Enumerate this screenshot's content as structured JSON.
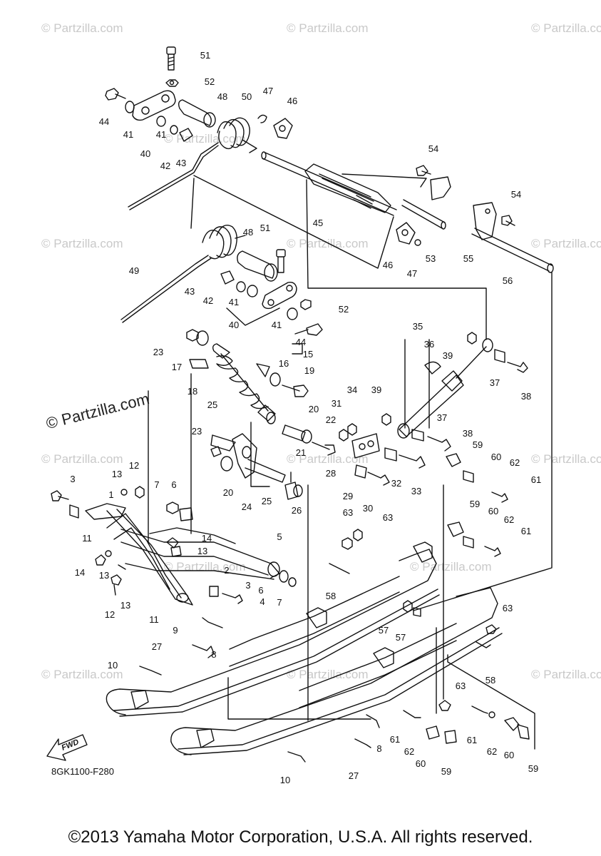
{
  "watermarks": [
    "© Partzilla.com",
    "© Partzilla.com",
    "© Partzilla.com",
    "© Partzilla.com",
    "© Partzilla.com",
    "© Partzilla.com",
    "© Partzilla.com",
    "© Partzilla.com",
    "© Partzilla.com",
    "© Partzilla.com",
    "© Partzilla.com",
    "© Partzilla.com",
    "© Partzilla.com",
    "© Partzilla.com",
    "© Partzilla.com"
  ],
  "brand_watermark": "© Partzilla.com",
  "diagram_code": "8GK1100-F280",
  "fwd_label": "FWD",
  "copyright": "©2013 Yamaha Motor Corporation, U.S.A. All rights reserved.",
  "callouts": [
    "51",
    "52",
    "44",
    "41",
    "40",
    "41",
    "42",
    "43",
    "48",
    "50",
    "47",
    "46",
    "54",
    "54",
    "45",
    "46",
    "47",
    "53",
    "55",
    "56",
    "49",
    "43",
    "48",
    "51",
    "42",
    "41",
    "40",
    "41",
    "52",
    "44",
    "15",
    "16",
    "35",
    "36",
    "39",
    "37",
    "38",
    "23",
    "17",
    "18",
    "19",
    "25",
    "23",
    "20",
    "24",
    "25",
    "26",
    "34",
    "39",
    "31",
    "22",
    "20",
    "21",
    "28",
    "29",
    "30",
    "32",
    "33",
    "37",
    "38",
    "59",
    "60",
    "62",
    "61",
    "59",
    "60",
    "62",
    "61",
    "63",
    "63",
    "58",
    "57",
    "57",
    "63",
    "58",
    "3",
    "13",
    "12",
    "7",
    "6",
    "1",
    "5",
    "11",
    "14",
    "13",
    "14",
    "13",
    "2",
    "3",
    "4",
    "12",
    "13",
    "11",
    "9",
    "6",
    "7",
    "27",
    "8",
    "10",
    "63",
    "61",
    "8",
    "62",
    "60",
    "59",
    "61",
    "62",
    "60",
    "59",
    "27",
    "10"
  ],
  "colors": {
    "line": "#111111",
    "watermark": "#c9c9c9",
    "background": "#ffffff"
  }
}
